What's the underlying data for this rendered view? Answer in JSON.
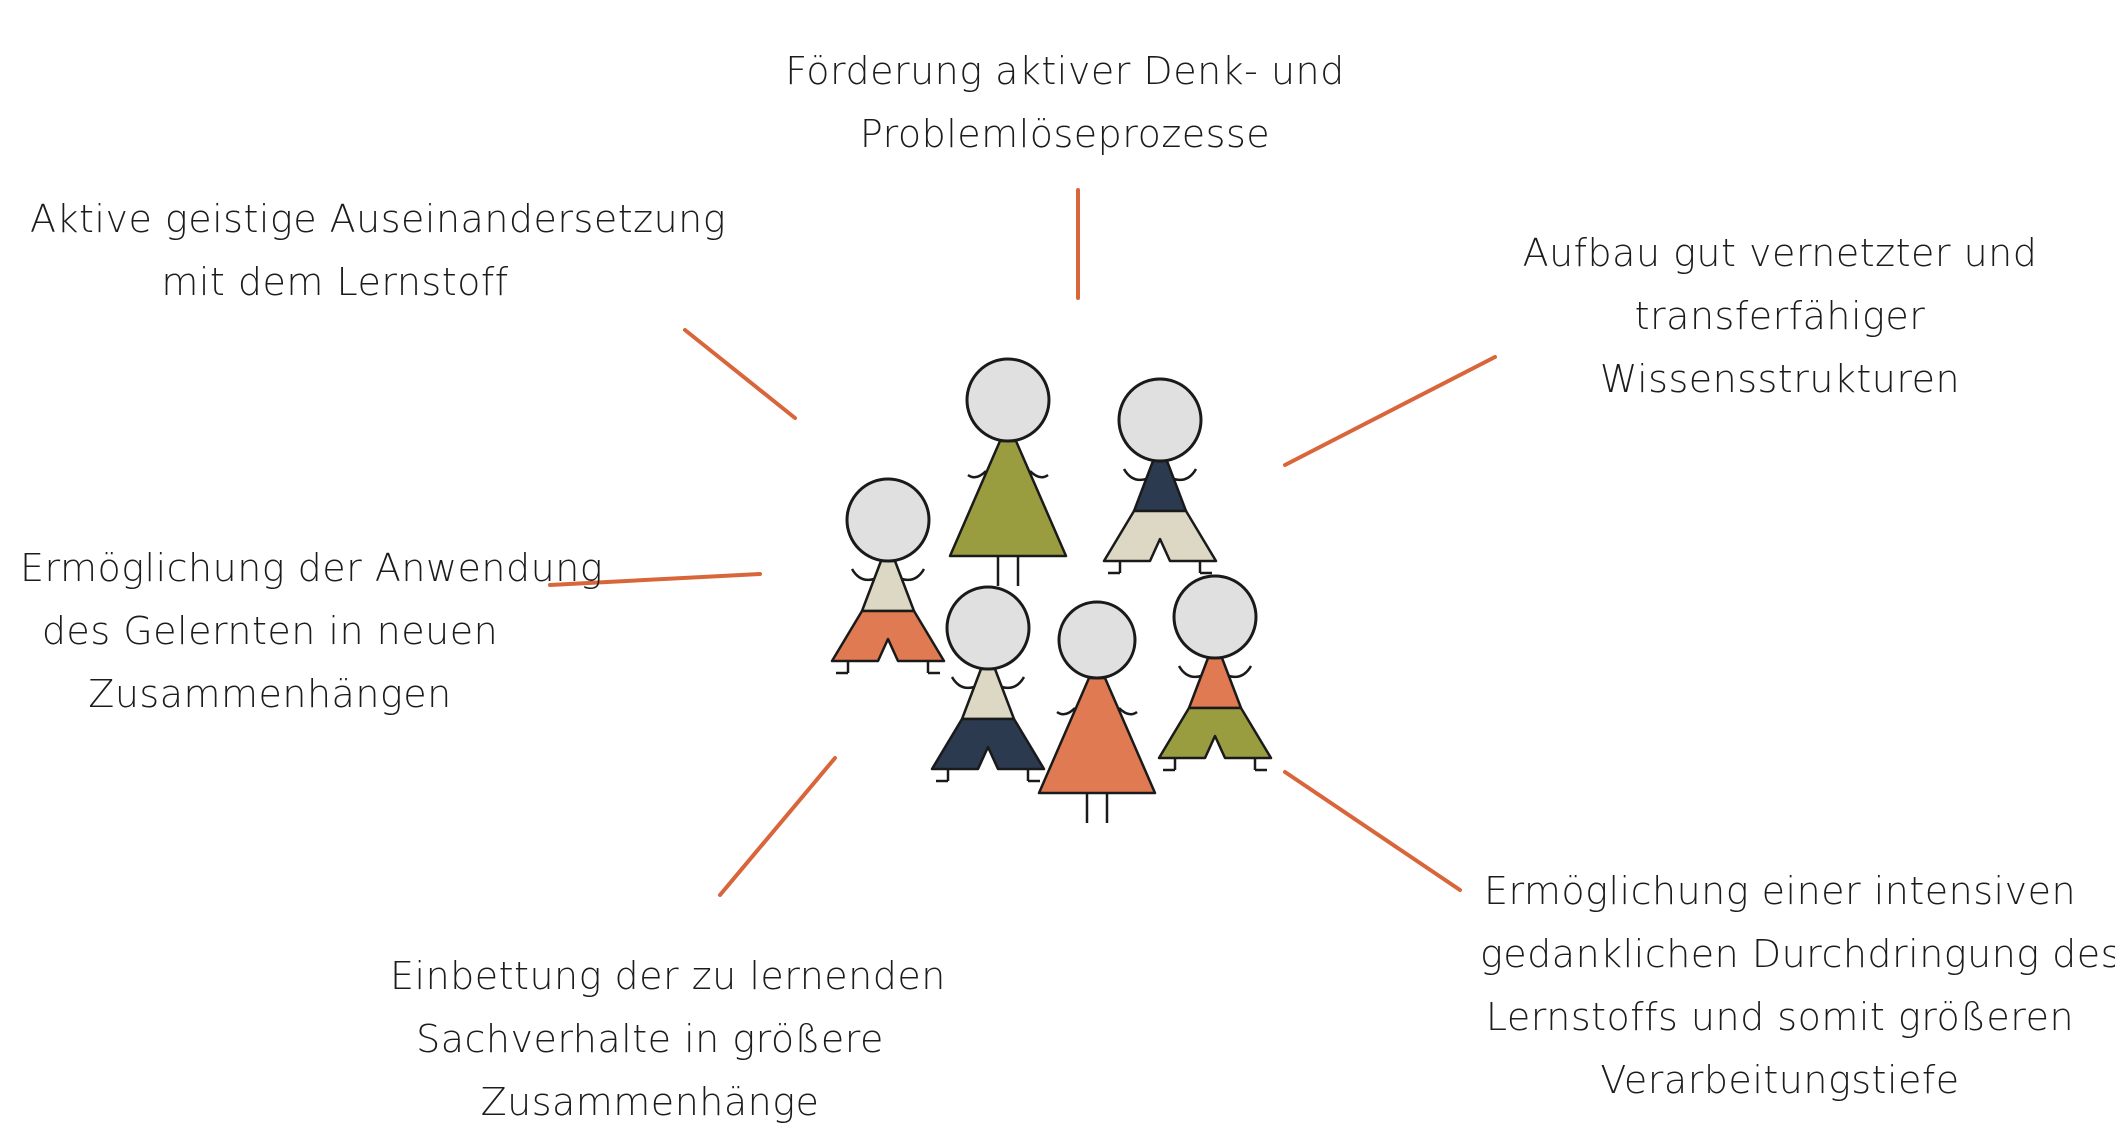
{
  "labels": {
    "top": [
      "Förderung aktiver Denk- und",
      "Problemlöseprozesse"
    ],
    "top_left": [
      "Aktive geistige Auseinandersetzung",
      "mit dem Lernstoff"
    ],
    "top_right": [
      "Aufbau gut vernetzter und",
      "transferfähiger",
      "Wissensstrukturen"
    ],
    "mid_left": [
      "Ermöglichung der Anwendung",
      "des Gelernten in neuen",
      "Zusammenhängen"
    ],
    "bottom_left": [
      "Einbettung der zu lernenden",
      "Sachverhalte in größere",
      "Zusammenhänge"
    ],
    "bottom_right": [
      "Ermöglichung einer intensiven",
      "gedanklichen Durchdringung des",
      "Lernstoffs und somit größeren",
      "Verarbeitungstiefe"
    ]
  },
  "colors": {
    "ray": "#d8663a",
    "head": "#e0e0e0",
    "outline": "#1a1a1a",
    "olive": "#9a9d3f",
    "navy": "#2c3a4f",
    "beige": "#dcd8c4",
    "orange": "#df7a52"
  },
  "figures": [
    {
      "name": "figure-olive-dress",
      "top": "olive",
      "bottom": "olive"
    },
    {
      "name": "figure-navy-beige",
      "top": "navy",
      "bottom": "beige"
    },
    {
      "name": "figure-beige-orange",
      "top": "beige",
      "bottom": "orange"
    },
    {
      "name": "figure-beige-navy",
      "top": "beige",
      "bottom": "navy"
    },
    {
      "name": "figure-orange-dress",
      "top": "orange",
      "bottom": "orange"
    },
    {
      "name": "figure-orange-olive",
      "top": "orange",
      "bottom": "olive"
    }
  ]
}
